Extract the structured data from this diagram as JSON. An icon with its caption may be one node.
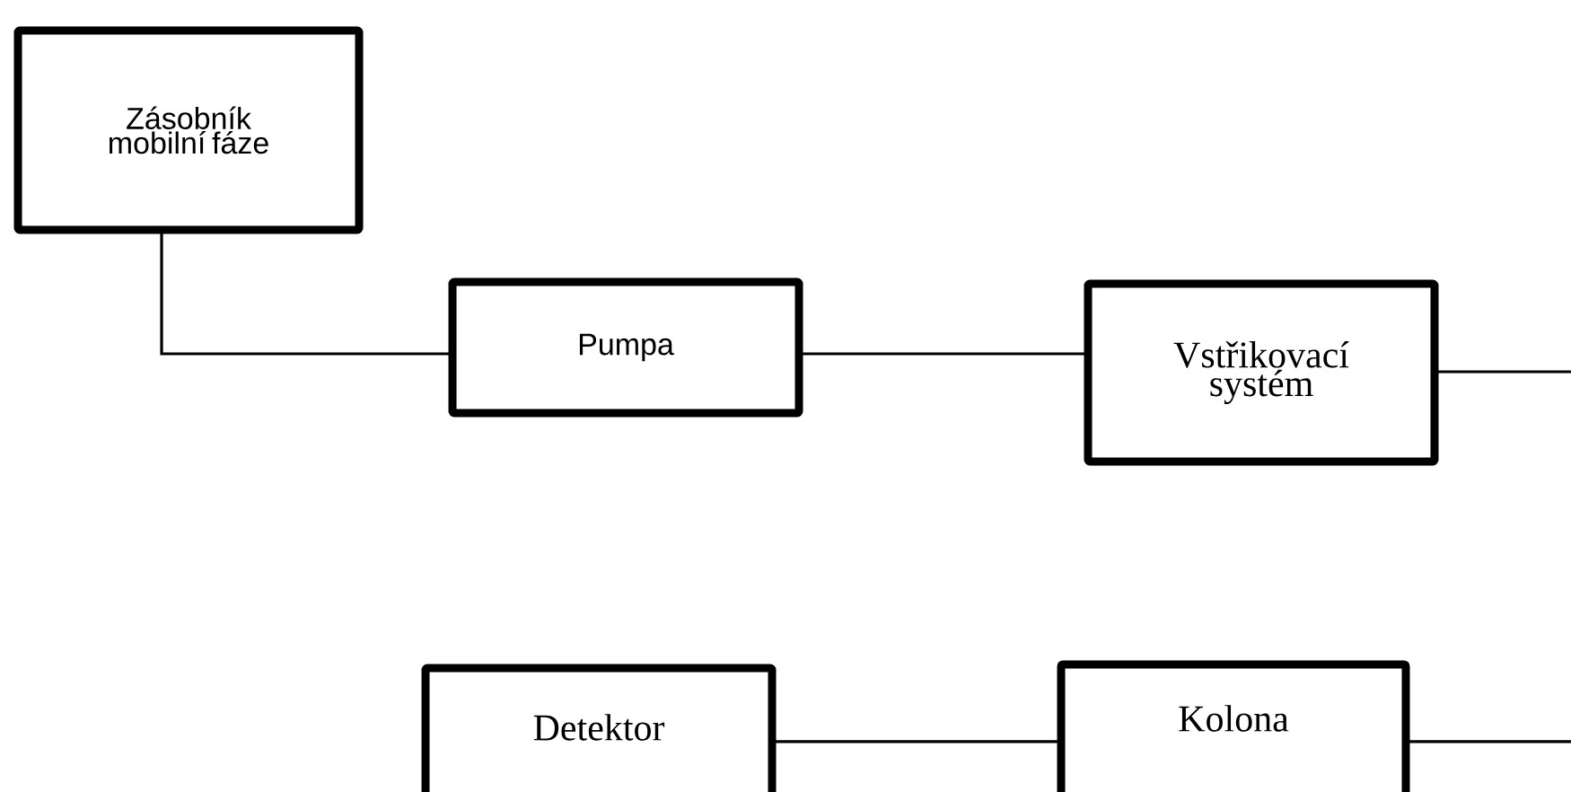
{
  "diagram": {
    "nodes": [
      {
        "text": [
          "Zásobník mobilní fáze"
        ]
      },
      {
        "text": [
          "Pumpa"
        ]
      },
      {
        "text": [
          "Vstřikovací systém"
        ]
      },
      {
        "text": [
          "Detektor"
        ]
      },
      {
        "text": [
          "Kolona"
        ]
      }
    ],
    "edges": [
      {
        "from": 0,
        "to": 1,
        "arrow": "none"
      },
      {
        "from": 1,
        "to": 2,
        "arrow": "none"
      },
      {
        "from": 2,
        "to": null,
        "arrow": "none"
      },
      {
        "from": 4,
        "to": null,
        "arrow": "none"
      },
      {
        "from": 4,
        "to": 3,
        "arrow": "none"
      }
    ]
  }
}
